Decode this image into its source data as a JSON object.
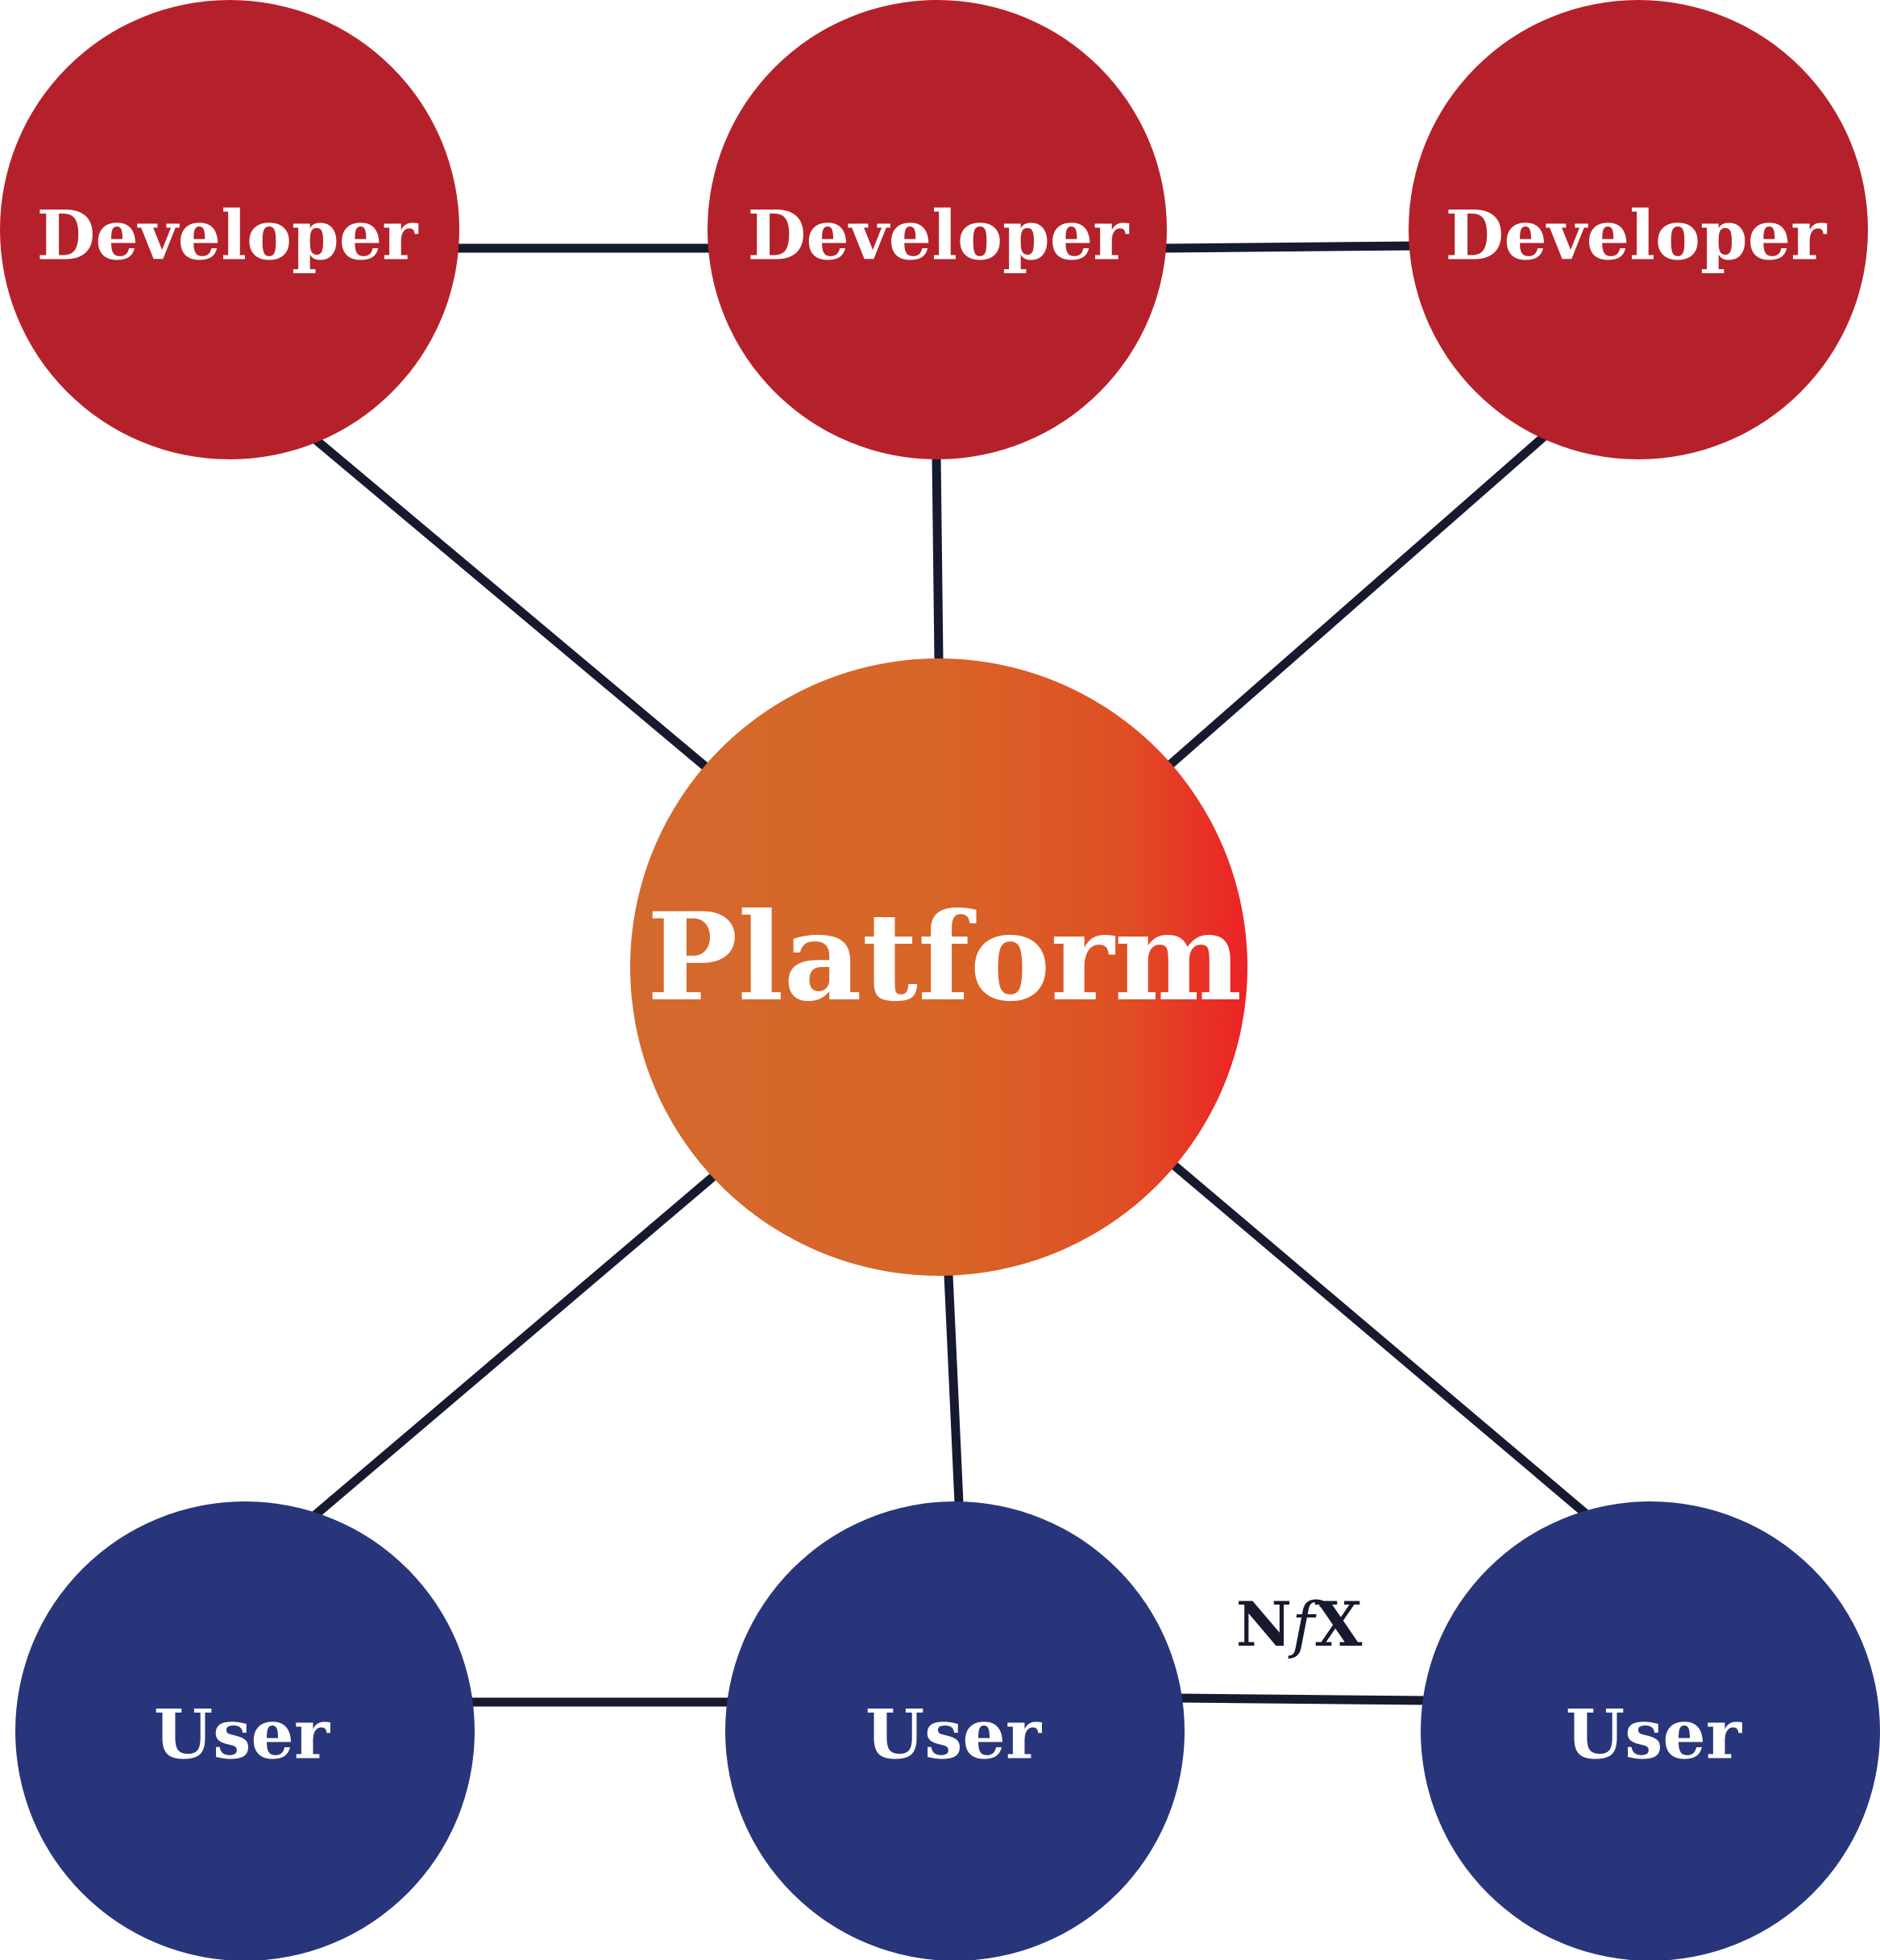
{
  "colors": {
    "developer": "#b5212a",
    "user": "#29357a",
    "platform_start": "#d4692e",
    "platform_mid": "#d76527",
    "platform_end": "#ec2227",
    "edge": "#161a2e",
    "label": "#ffffff",
    "logo": "#161a2e"
  },
  "nodes": {
    "developers": [
      {
        "label": "Developer"
      },
      {
        "label": "Developer"
      },
      {
        "label": "Developer"
      }
    ],
    "platform": {
      "label": "Platform"
    },
    "users": [
      {
        "label": "User"
      },
      {
        "label": "User"
      },
      {
        "label": "User"
      }
    ]
  },
  "edges": [
    {
      "from": "developer-1",
      "to": "developer-2"
    },
    {
      "from": "developer-2",
      "to": "developer-3"
    },
    {
      "from": "developer-1",
      "to": "platform"
    },
    {
      "from": "developer-2",
      "to": "platform"
    },
    {
      "from": "developer-3",
      "to": "platform"
    },
    {
      "from": "platform",
      "to": "user-1"
    },
    {
      "from": "platform",
      "to": "user-2"
    },
    {
      "from": "platform",
      "to": "user-3"
    },
    {
      "from": "user-1",
      "to": "user-2"
    },
    {
      "from": "user-2",
      "to": "user-3"
    }
  ],
  "logo": {
    "n": "N",
    "f": "f",
    "x": "X"
  }
}
